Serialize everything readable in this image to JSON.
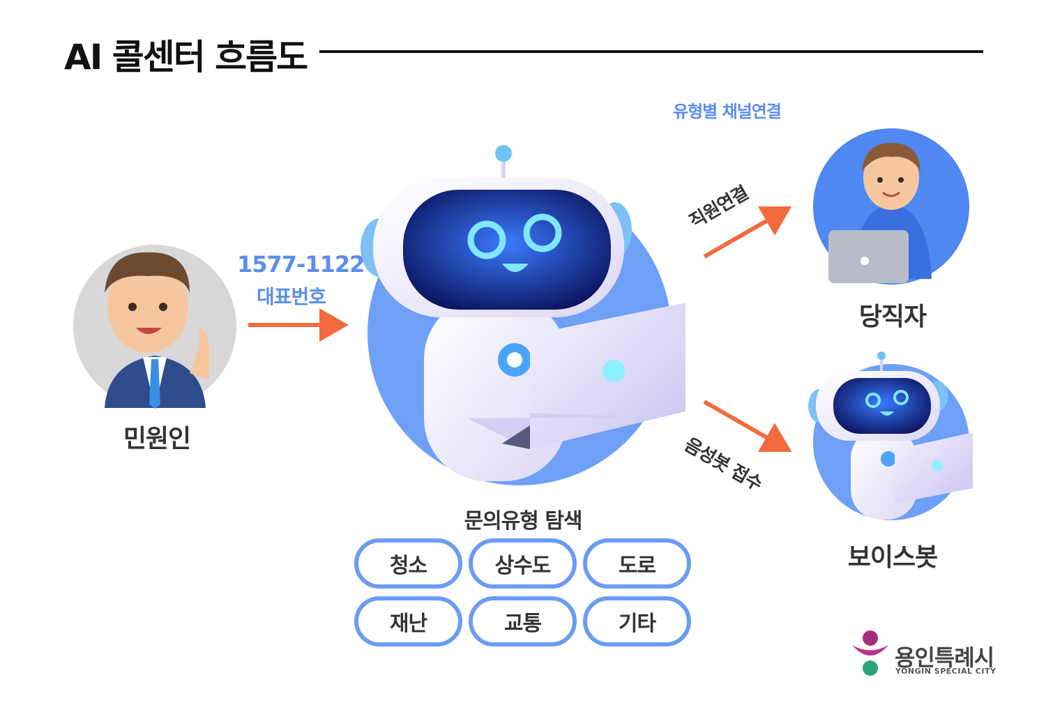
{
  "title": "AI 콜센터 흐름도",
  "channel_label": "유형별 채널연결",
  "phone": {
    "number": "1577-1122",
    "sub": "대표번호"
  },
  "caller": {
    "label": "민원인"
  },
  "staff": {
    "label": "당직자",
    "arrow_label": "직원연결"
  },
  "voicebot": {
    "label": "보이스봇",
    "arrow_label": "음성봇 접수"
  },
  "inquiry": {
    "title": "문의유형 탐색",
    "categories": [
      "청소",
      "상수도",
      "도로",
      "재난",
      "교통",
      "기타"
    ]
  },
  "logo": {
    "text": "용인특례시",
    "sub": "YONGIN SPECIAL CITY"
  },
  "colors": {
    "accent_blue": "#5b8def",
    "circle_blue": "#6ea0f7",
    "arrow_orange": "#f26a3d",
    "button_border": "#6b9cf4"
  }
}
